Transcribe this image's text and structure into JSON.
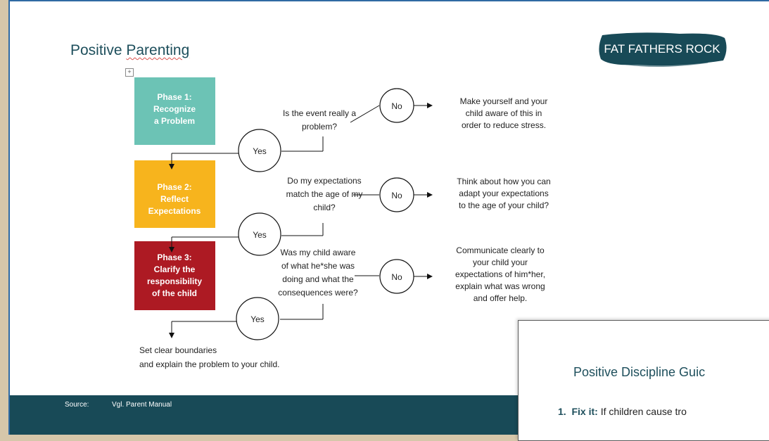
{
  "title": {
    "part1": "Positive ",
    "part2": "Parenting"
  },
  "logo": {
    "text": "FAT FATHERS ROCK"
  },
  "phases": [
    {
      "lines": [
        "Phase 1:",
        "Recognize",
        "a Problem"
      ],
      "color": "#6cc3b5"
    },
    {
      "lines": [
        "Phase 2:",
        "Reflect",
        "Expectations"
      ],
      "color": "#f7b41d"
    },
    {
      "lines": [
        "Phase 3:",
        "Clarify the",
        "responsibility",
        "of the child"
      ],
      "color": "#ad1a23"
    }
  ],
  "questions": [
    {
      "lines": [
        "Is the event really a",
        "problem?"
      ]
    },
    {
      "lines": [
        "Do my expectations",
        "match the age of my",
        "child?"
      ]
    },
    {
      "lines": [
        "Was my child aware",
        "of what he*she was",
        "doing and what the",
        "consequences were?"
      ]
    }
  ],
  "no_label": "No",
  "yes_label": "Yes",
  "consequences": [
    {
      "lines": [
        "Make yourself and your",
        "child aware of this in",
        "order to reduce stress."
      ]
    },
    {
      "lines": [
        "Think about how you can",
        "adapt your expectations",
        "to the age of your child?"
      ]
    },
    {
      "lines": [
        "Communicate clearly to",
        "your child your",
        "expectations of him*her,",
        "explain what was wrong",
        "and offer help."
      ]
    }
  ],
  "final_text": [
    "Set clear boundaries",
    "and explain the problem to your child."
  ],
  "footer": {
    "source_label": "Source:",
    "source_value": "Vgl. Parent Manual"
  },
  "overlay": {
    "heading": "Positive Discipline Guic",
    "item_number": "1.",
    "item_bold": "Fix it:",
    "item_text": " If children cause tro"
  },
  "colors": {
    "footer": "#184a57",
    "heading": "#1e4f5c"
  }
}
